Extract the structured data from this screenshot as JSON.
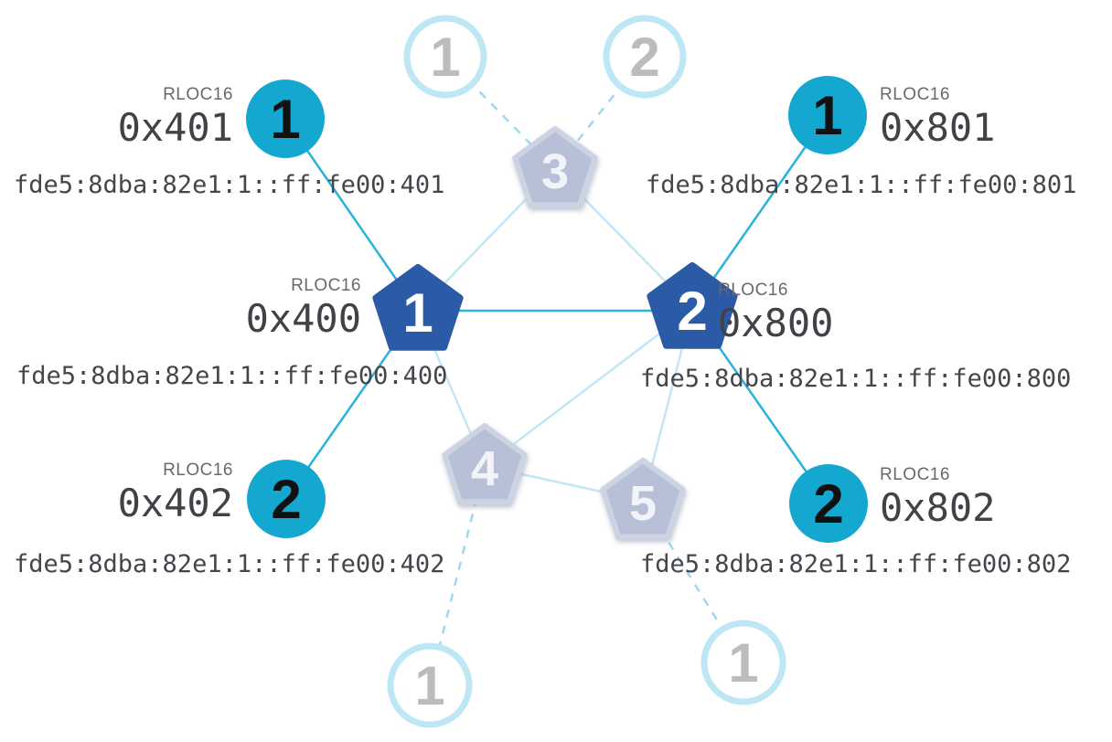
{
  "app": "thread-network-topology",
  "labels": {
    "rloc16_caption": "RLOC16"
  },
  "nodes": {
    "router1": {
      "number": "1",
      "rloc16_label": "RLOC16",
      "rloc16": "0x400",
      "ipv6_address": "fde5:8dba:82e1:1::ff:fe00:400"
    },
    "router2": {
      "number": "2",
      "rloc16_label": "RLOC16",
      "rloc16": "0x800",
      "ipv6_address": "fde5:8dba:82e1:1::ff:fe00:800"
    },
    "router3": {
      "number": "3"
    },
    "router4": {
      "number": "4"
    },
    "router5": {
      "number": "5"
    },
    "child1_of_router1": {
      "number": "1",
      "rloc16_label": "RLOC16",
      "rloc16": "0x401",
      "ipv6_address": "fde5:8dba:82e1:1::ff:fe00:401"
    },
    "child2_of_router1": {
      "number": "2",
      "rloc16_label": "RLOC16",
      "rloc16": "0x402",
      "ipv6_address": "fde5:8dba:82e1:1::ff:fe00:402"
    },
    "child1_of_router2": {
      "number": "1",
      "rloc16_label": "RLOC16",
      "rloc16": "0x801",
      "ipv6_address": "fde5:8dba:82e1:1::ff:fe00:801"
    },
    "child2_of_router2": {
      "number": "2",
      "rloc16_label": "RLOC16",
      "rloc16": "0x802",
      "ipv6_address": "fde5:8dba:82e1:1::ff:fe00:802"
    },
    "faded_child_top_left": {
      "number": "1"
    },
    "faded_child_top_right": {
      "number": "2"
    },
    "faded_child_bottom_left": {
      "number": "1"
    },
    "faded_child_bottom_right": {
      "number": "1"
    }
  },
  "colors": {
    "router_fill": "#2b5aa6",
    "router_number": "#ffffff",
    "inactive_router_fill": "#b7c0d6",
    "inactive_router_stroke": "#ccd3e2",
    "inactive_router_number": "#f2f4f9",
    "child_fill": "#14a8d0",
    "child_number": "#111111",
    "faded_child_ring": "#bee7f5",
    "faded_child_number": "#bcbcbc",
    "link_active": "#29b2dc",
    "link_router": "#c3e6f6",
    "link_dashed": "#9ed7f0"
  },
  "topology": {
    "links": [
      {
        "from": "child1_of_router1",
        "to": "router1",
        "type": "active"
      },
      {
        "from": "child2_of_router1",
        "to": "router1",
        "type": "active"
      },
      {
        "from": "child1_of_router2",
        "to": "router2",
        "type": "active"
      },
      {
        "from": "child2_of_router2",
        "to": "router2",
        "type": "active"
      },
      {
        "from": "router1",
        "to": "router2",
        "type": "active"
      },
      {
        "from": "router1",
        "to": "router3",
        "type": "router"
      },
      {
        "from": "router2",
        "to": "router3",
        "type": "router"
      },
      {
        "from": "router1",
        "to": "router4",
        "type": "router"
      },
      {
        "from": "router2",
        "to": "router4",
        "type": "router"
      },
      {
        "from": "router2",
        "to": "router5",
        "type": "router"
      },
      {
        "from": "router4",
        "to": "router5",
        "type": "router"
      },
      {
        "from": "faded_child_top_left",
        "to": "router3",
        "type": "faded"
      },
      {
        "from": "faded_child_top_right",
        "to": "router3",
        "type": "faded"
      },
      {
        "from": "faded_child_bottom_left",
        "to": "router4",
        "type": "faded"
      },
      {
        "from": "faded_child_bottom_right",
        "to": "router5",
        "type": "faded"
      }
    ]
  }
}
